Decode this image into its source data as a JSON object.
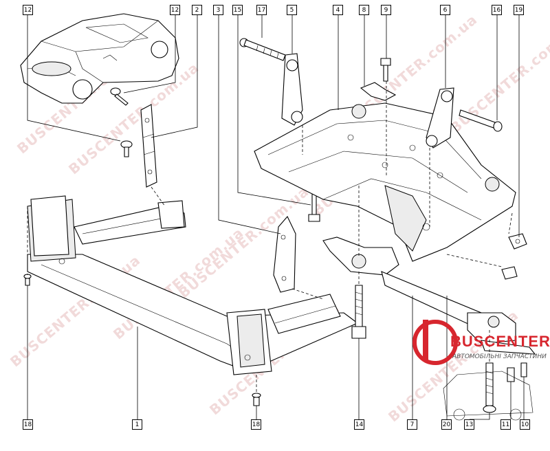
{
  "callouts": [
    {
      "id": "c12a",
      "label": "12"
    },
    {
      "id": "c12b",
      "label": "12"
    },
    {
      "id": "c2",
      "label": "2"
    },
    {
      "id": "c3",
      "label": "3"
    },
    {
      "id": "c15",
      "label": "15"
    },
    {
      "id": "c17",
      "label": "17"
    },
    {
      "id": "c5",
      "label": "5"
    },
    {
      "id": "c4",
      "label": "4"
    },
    {
      "id": "c8",
      "label": "8"
    },
    {
      "id": "c9",
      "label": "9"
    },
    {
      "id": "c6",
      "label": "6"
    },
    {
      "id": "c16",
      "label": "16"
    },
    {
      "id": "c19",
      "label": "19"
    },
    {
      "id": "c18a",
      "label": "18"
    },
    {
      "id": "c1",
      "label": "1"
    },
    {
      "id": "c18b",
      "label": "18"
    },
    {
      "id": "c14",
      "label": "14"
    },
    {
      "id": "c7",
      "label": "7"
    },
    {
      "id": "c20",
      "label": "20"
    },
    {
      "id": "c13",
      "label": "13"
    },
    {
      "id": "c11",
      "label": "11"
    },
    {
      "id": "c10",
      "label": "10"
    }
  ],
  "watermark": {
    "text": "BUSCENTER.com.ua",
    "color": "#d79696"
  },
  "logo": {
    "brand": "BUSCENTER",
    "tagline": "АВТОМОБІЛЬНІ ЗАПЧАСТИНИ",
    "accent": "#d7262e"
  }
}
